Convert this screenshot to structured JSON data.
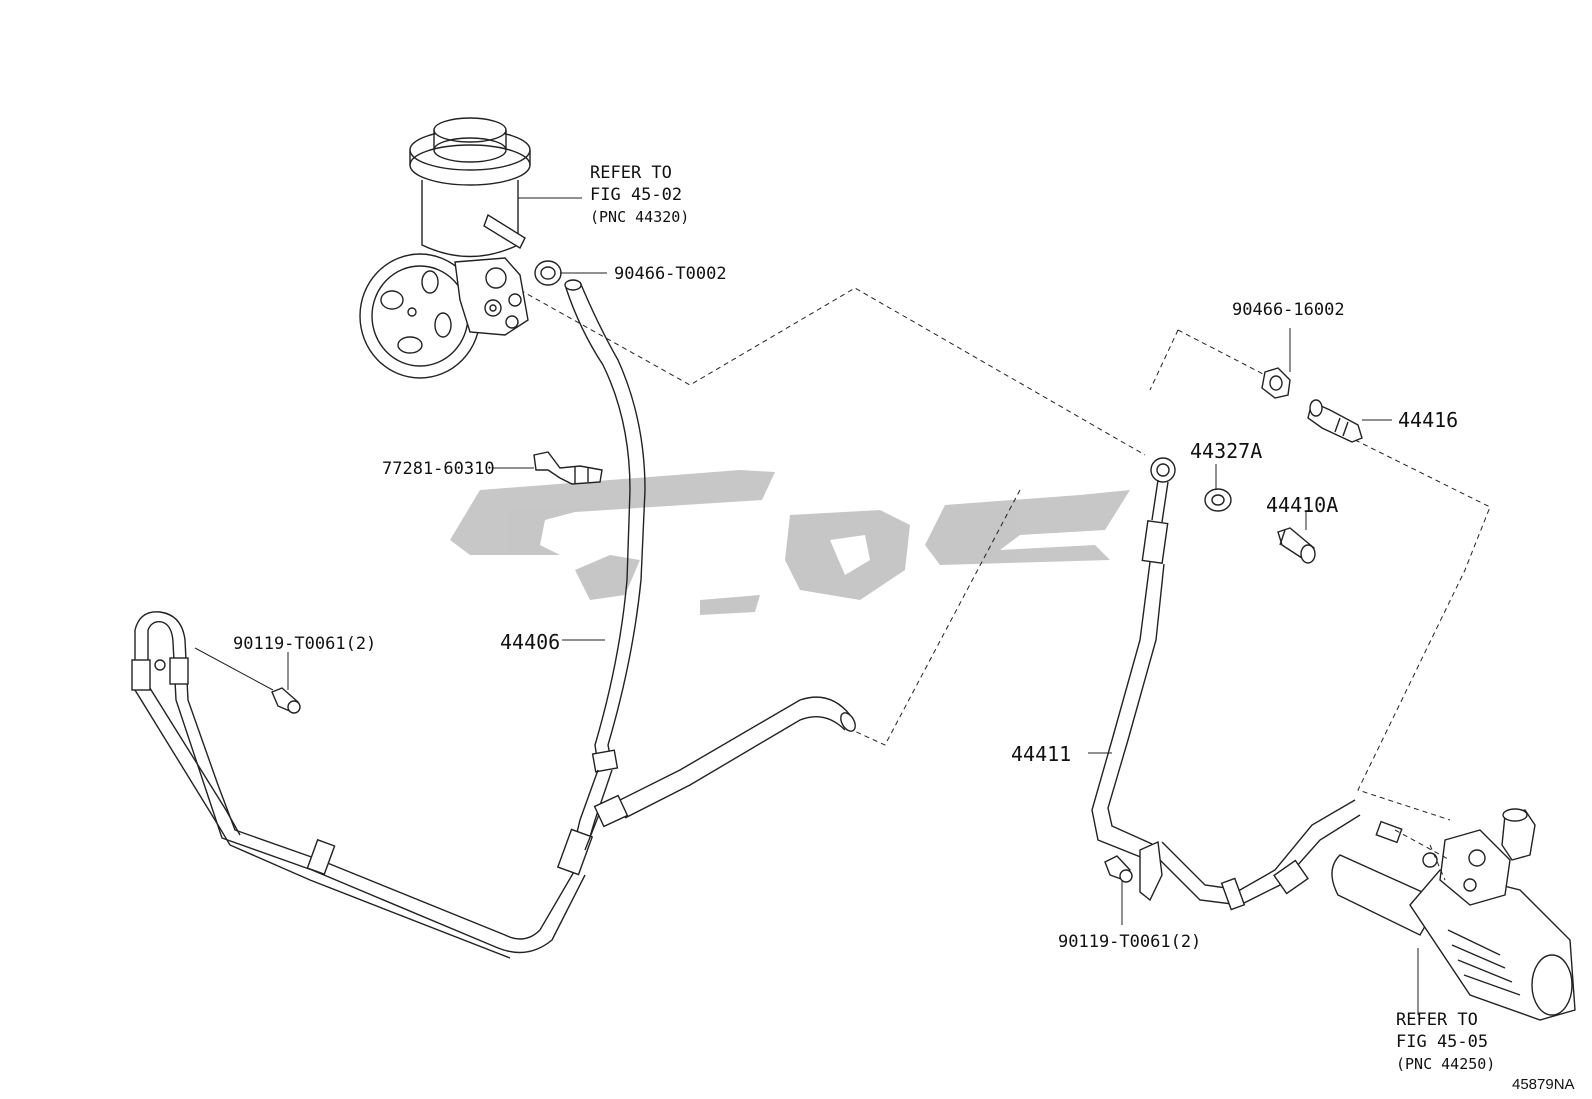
{
  "diagram": {
    "labels": {
      "refer_pump_1": "REFER TO",
      "refer_pump_2": "FIG 45-02",
      "refer_pump_3": "(PNC 44320)",
      "p_90466_T0002": "90466-T0002",
      "p_77281_60310": "77281-60310",
      "p_90119_T0061_left": "90119-T0061(2)",
      "p_44406": "44406",
      "p_90466_16002": "90466-16002",
      "p_44416": "44416",
      "p_44327A": "44327A",
      "p_44410A": "44410A",
      "p_44411": "44411",
      "p_90119_T0061_right": "90119-T0061(2)",
      "refer_rack_1": "REFER TO",
      "refer_rack_2": "FIG 45-05",
      "refer_rack_3": "(PNC 44250)",
      "figure_code": "45879NA"
    },
    "icons": [
      "power-steering-pump-drawing",
      "steering-rack-drawing",
      "hose-drawing",
      "clamp-drawing",
      "bolt-drawing",
      "watermark-logo"
    ]
  }
}
